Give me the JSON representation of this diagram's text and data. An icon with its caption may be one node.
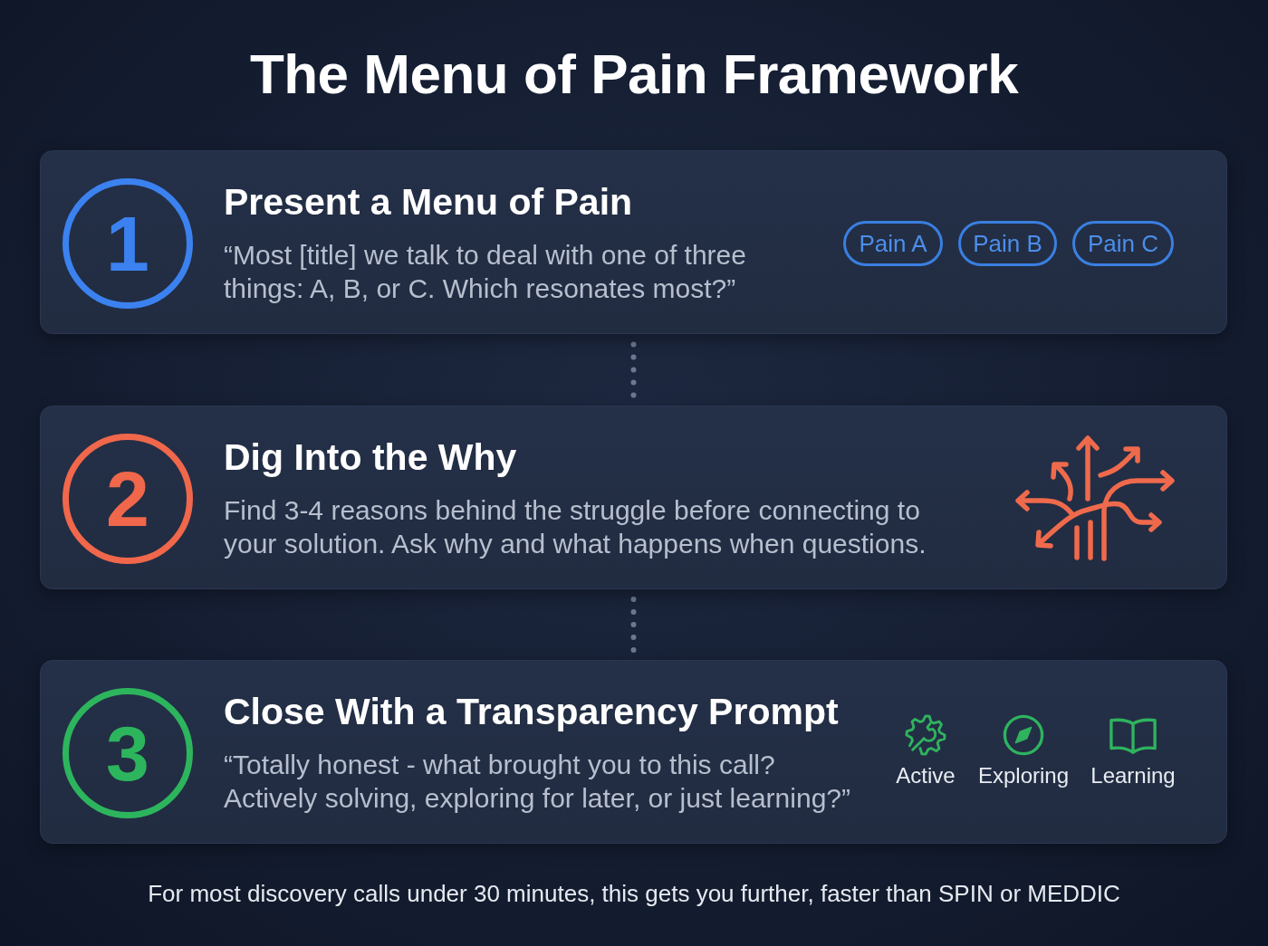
{
  "diagram": {
    "title": "The Menu of Pain Framework",
    "caption": "For most discovery calls under 30 minutes, this gets you further, faster than SPIN or MEDDIC",
    "nodes": [
      {
        "text": [
          "Present a Menu of Pain",
          "“Most [title] we talk to deal with one of three things: A, B, or C. Which resonates most?”"
        ]
      },
      {
        "text": [
          "1"
        ],
        "in": 0
      },
      {
        "text": [
          "Pain A"
        ],
        "in": 0
      },
      {
        "text": [
          "Pain B"
        ],
        "in": 0
      },
      {
        "text": [
          "Pain C"
        ],
        "in": 0
      },
      {
        "text": [
          "Dig Into the Why",
          "Find 3-4 reasons behind the struggle before connecting to your solution. Ask why and what happens when questions."
        ]
      },
      {
        "text": [
          "2"
        ],
        "in": 5
      },
      {
        "text": [
          "Close With a Transparency Prompt",
          "“Totally honest - what brought you to this call? Actively solving, exploring for later, or just learning?”",
          "Active",
          "Exploring",
          "Learning"
        ]
      },
      {
        "text": [
          "3"
        ],
        "in": 7
      }
    ],
    "edges": [
      {
        "from": 0,
        "to": 5,
        "arrow": "none",
        "style": "dashed"
      },
      {
        "from": 5,
        "to": 7,
        "arrow": "none",
        "style": "dashed"
      }
    ]
  }
}
